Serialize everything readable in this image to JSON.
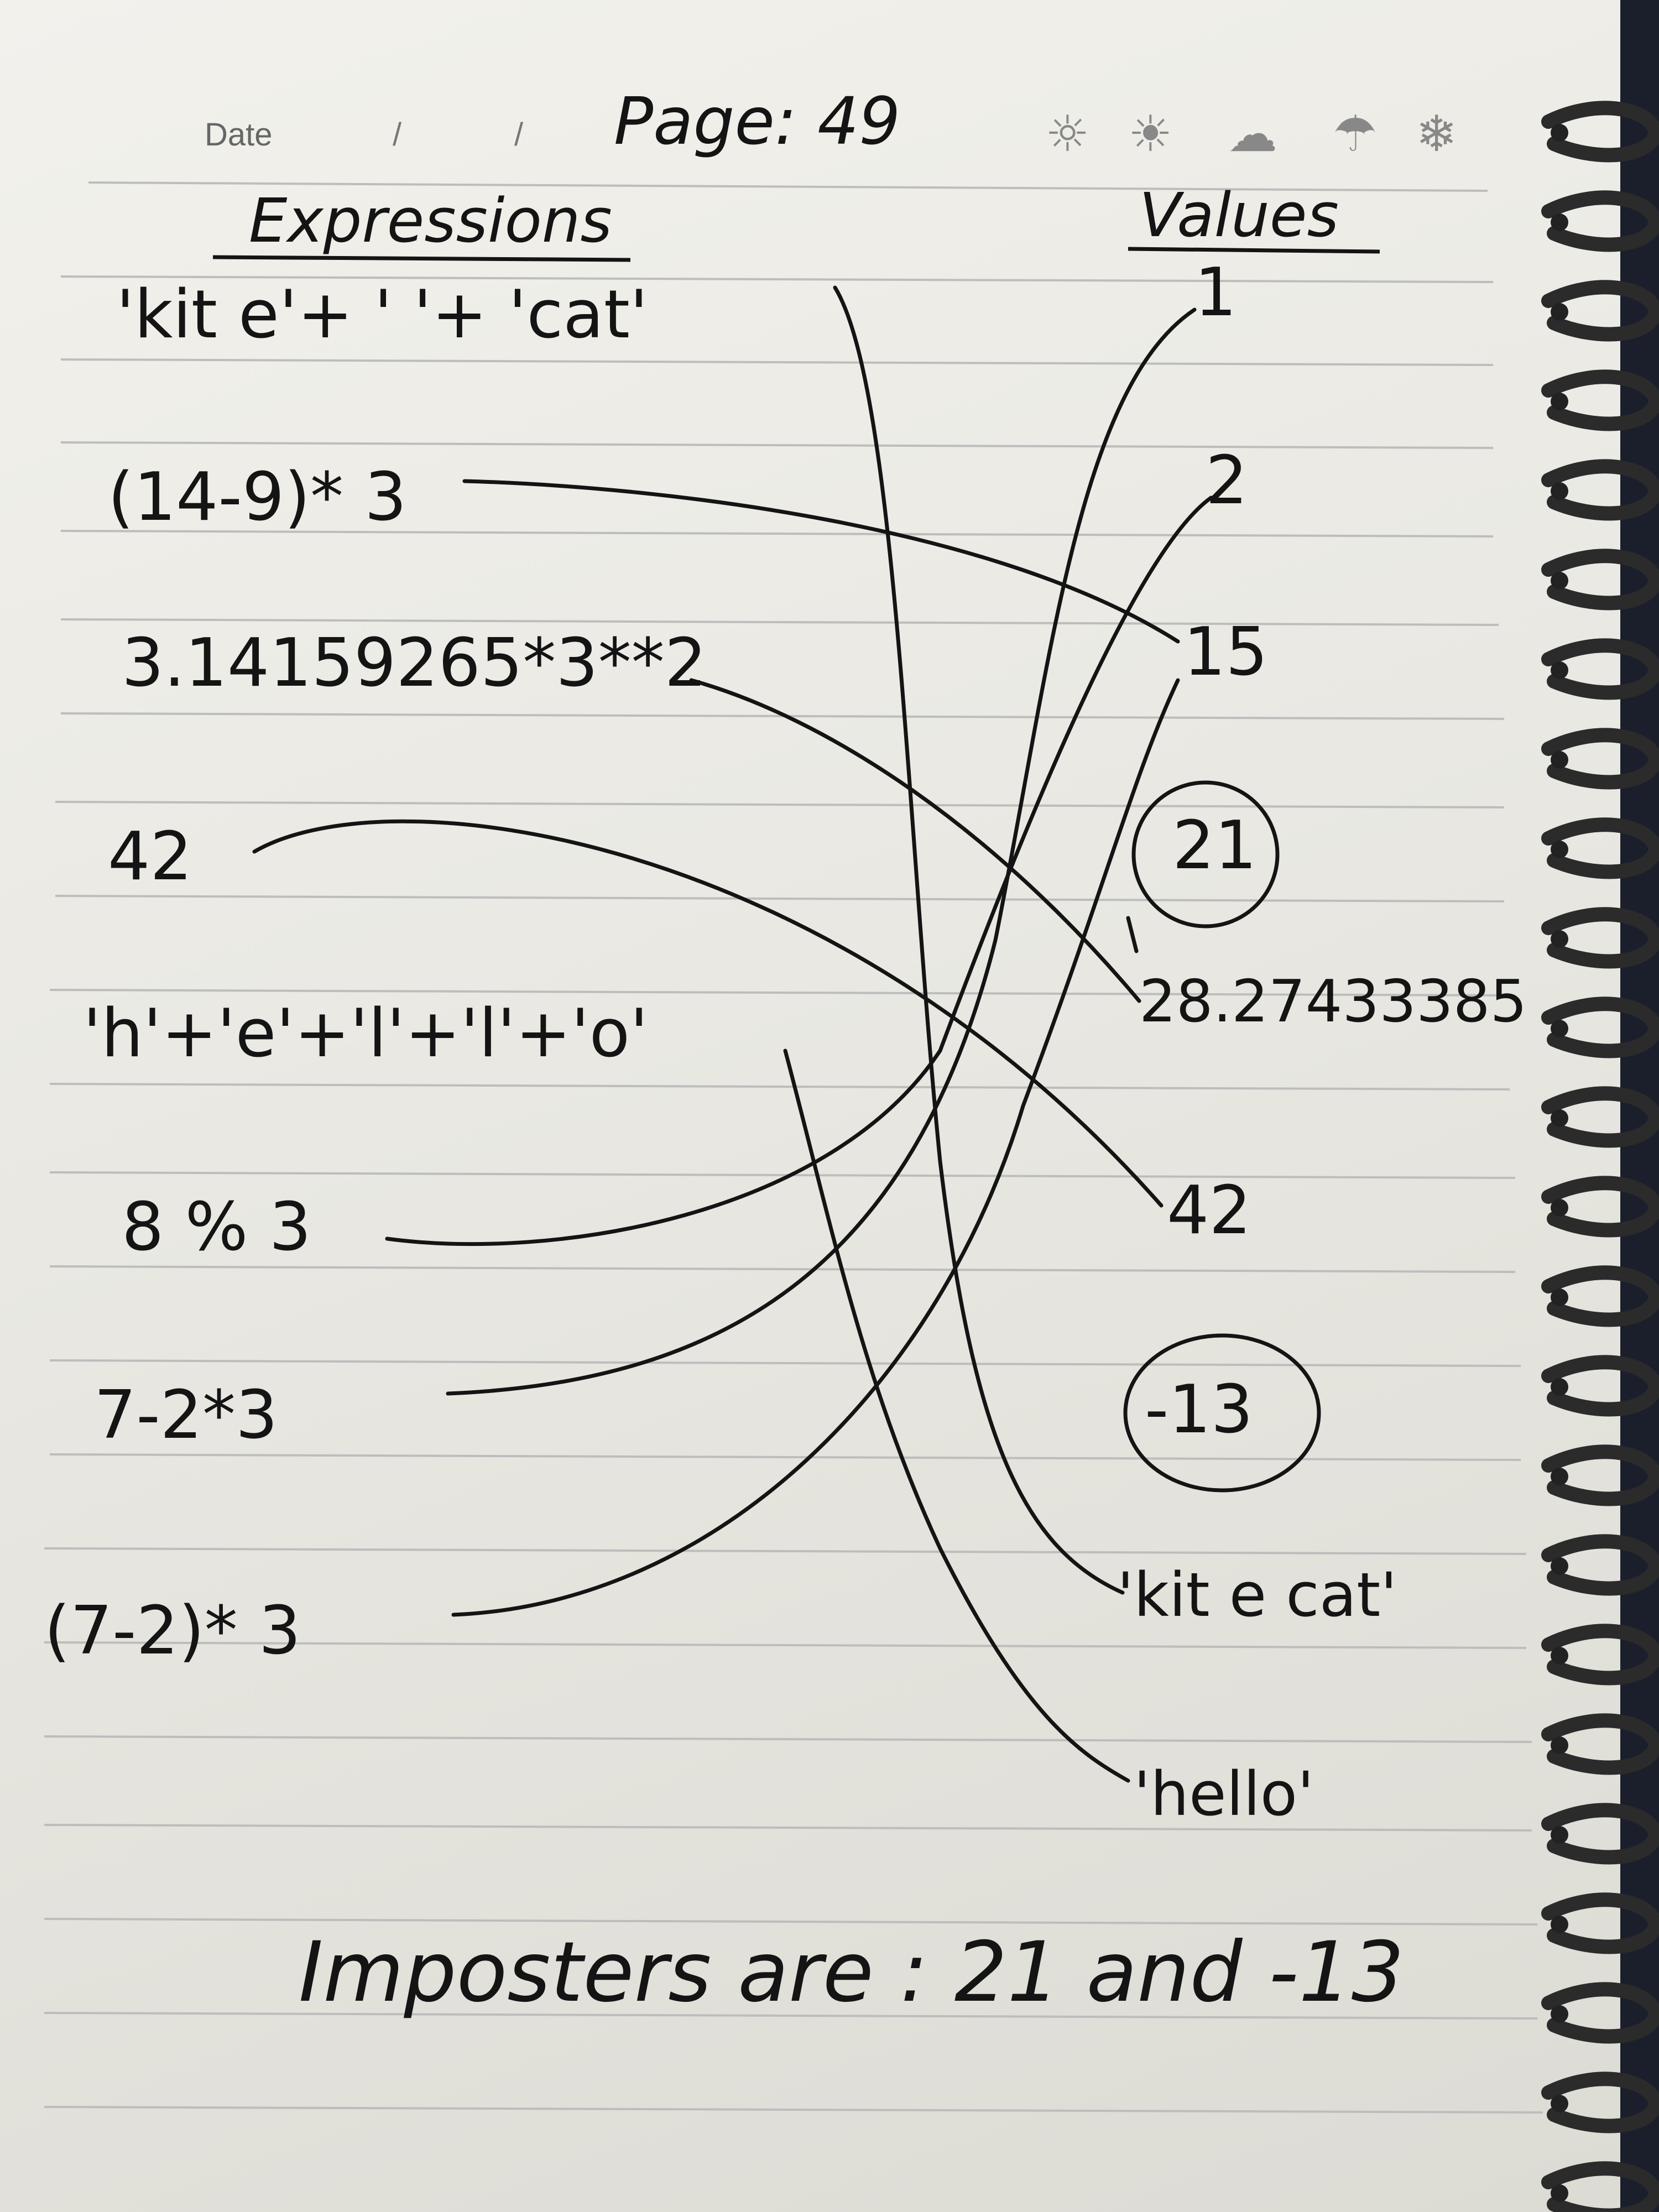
{
  "header": {
    "date_label": "Date",
    "date_separators": [
      "/",
      "/"
    ],
    "page_label": "Page: 49",
    "weather_icons": [
      {
        "name": "sun-icon",
        "glyph": "☼"
      },
      {
        "name": "partly-sunny-icon",
        "glyph": "☀"
      },
      {
        "name": "cloud-icon",
        "glyph": "☁"
      },
      {
        "name": "umbrella-icon",
        "glyph": "☂"
      },
      {
        "name": "snowflake-icon",
        "glyph": "❄"
      }
    ]
  },
  "columns": {
    "expressions_heading": "Expressions",
    "values_heading": "Values"
  },
  "expressions": [
    "'kit e'+ ' '+ 'cat'",
    "(14-9)* 3",
    "3.14159265*3**2",
    "42",
    "'h'+'e'+'l'+'l'+'o'",
    "8 % 3",
    "7-2*3",
    "(7-2)* 3"
  ],
  "values": [
    "1",
    "2",
    "15",
    "21",
    "28.27433385",
    "42",
    "-13",
    "'kit e cat'",
    "'hello'"
  ],
  "circled_values": [
    "21",
    "-13"
  ],
  "footer": {
    "conclusion": "Imposters are : 21 and -13"
  },
  "colors": {
    "ink": "#141414",
    "paper": "#efeee9",
    "rule_line": "#bdbdbd",
    "cover": "#1a1f2b"
  }
}
